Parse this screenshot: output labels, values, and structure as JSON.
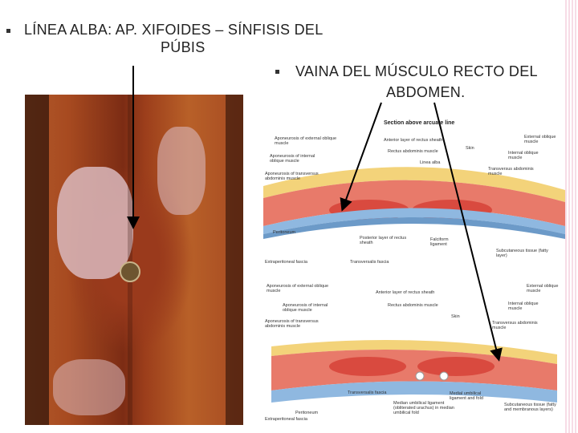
{
  "slide": {
    "title_left_line1": "LÍNEA ALBA: AP. XIFOIDES – SÍNFISIS DEL",
    "title_left_line2": "PÚBIS",
    "title_right_line1": "VAINA DEL MÚSCULO RECTO DEL",
    "title_right_line2": "ABDOMEN."
  },
  "diagram": {
    "heading": "Section above arcuate line",
    "labels_top": [
      "Aponeurosis of external oblique muscle",
      "Anterior layer of rectus sheath",
      "Rectus abdominis muscle",
      "Skin",
      "External oblique muscle",
      "Aponeurosis of internal oblique muscle",
      "Linea alba",
      "Internal oblique muscle",
      "Aponeurosis of transversus abdominis muscle",
      "Transversus abdominis muscle",
      "Peritoneum",
      "Posterior layer of rectus sheath",
      "Falciform ligament",
      "Extraperitoneal fascia",
      "Transversalis fascia",
      "Subcutaneous tissue (fatty layer)"
    ],
    "labels_bottom": [
      "Aponeurosis of external oblique muscle",
      "Anterior layer of rectus sheath",
      "External oblique muscle",
      "Aponeurosis of internal oblique muscle",
      "Rectus abdominis muscle",
      "Internal oblique muscle",
      "Aponeurosis of transversus abdominis muscle",
      "Skin",
      "Transversus abdominis muscle",
      "Peritoneum",
      "Transversalis fascia",
      "Medial umbilical ligament and fold",
      "Median umbilical ligament (obliterated urachus) in median umbilical fold",
      "Extraperitoneal fascia",
      "Subcutaneous tissue (fatty and membranous layers)"
    ]
  }
}
